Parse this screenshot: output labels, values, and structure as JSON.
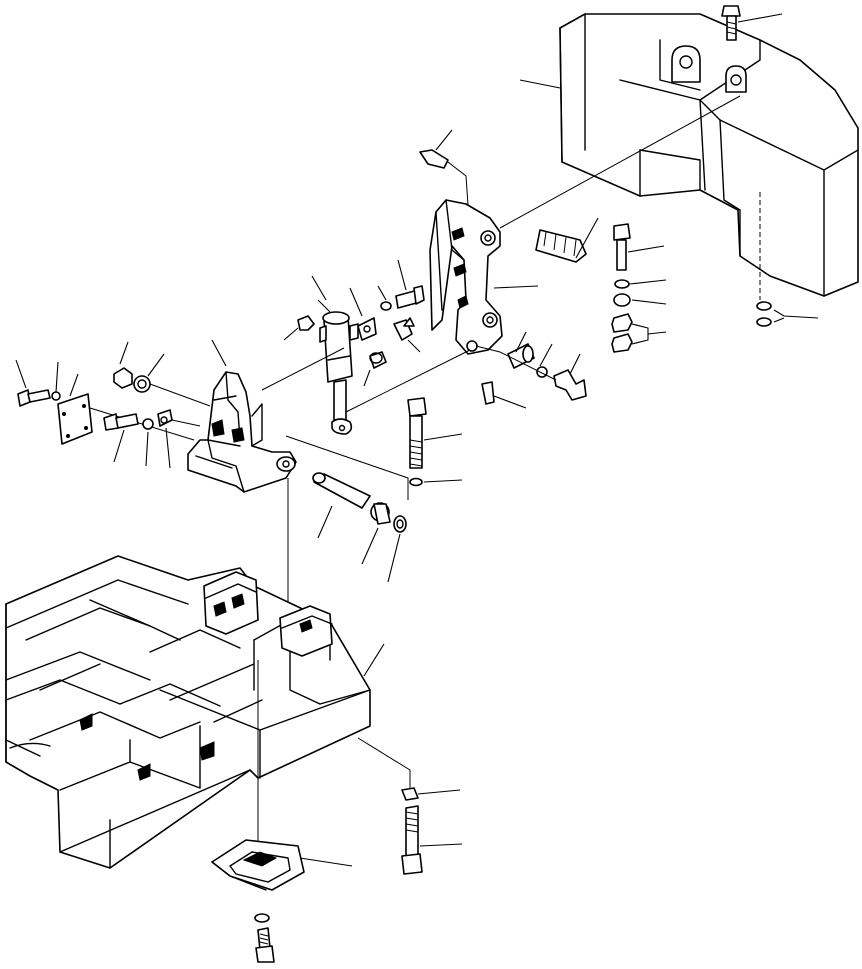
{
  "figure": {
    "kind": "exploded parts diagram",
    "callout_labels_visible": false,
    "parts": [
      "counterweight",
      "counterweight-top-bolt",
      "counterweight-washers",
      "grease-fitting-upper",
      "front-link-arm",
      "long-pin",
      "bolt-right-column",
      "washer-right-column",
      "spacer-right-column",
      "nut-right-column",
      "pin-with-collar",
      "hydraulic-cylinder",
      "mounting-bracket",
      "cover-plate",
      "bracket-pin",
      "bushing",
      "long-bolt",
      "frame",
      "bottom-bracket-plate",
      "bottom-bolt"
    ]
  }
}
